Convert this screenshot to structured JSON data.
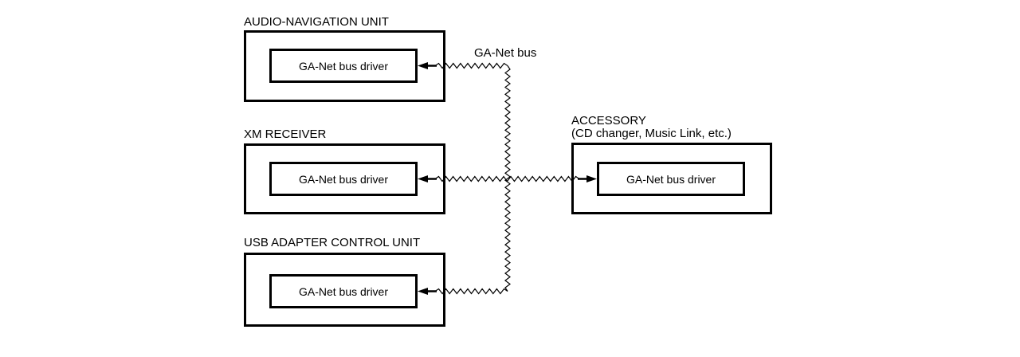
{
  "page": {
    "background_color": "#ffffff",
    "line_color": "#000000"
  },
  "diagram": {
    "bus": {
      "label": "GA-Net bus"
    },
    "units": [
      {
        "label": "AUDIO-NAVIGATION UNIT",
        "driver": "GA-Net bus driver"
      },
      {
        "label": "XM RECEIVER",
        "driver": "GA-Net bus driver"
      },
      {
        "label": "USB ADAPTER CONTROL UNIT",
        "driver": "GA-Net bus driver"
      },
      {
        "label": "ACCESSORY",
        "sublabel": "(CD changer, Music Link, etc.)",
        "driver": "GA-Net bus driver"
      }
    ]
  }
}
